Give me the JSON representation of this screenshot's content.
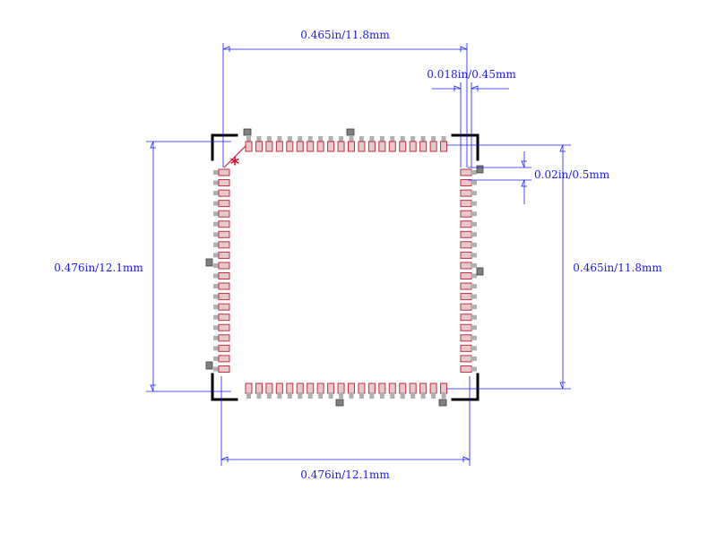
{
  "dimensions": {
    "top_width": "0.465in/11.8mm",
    "pad_width": "0.018in/0.45mm",
    "pitch": "0.02in/0.5mm",
    "left_height": "0.476in/12.1mm",
    "right_height": "0.465in/11.8mm",
    "bottom_width": "0.476in/12.1mm"
  },
  "package": {
    "pins_per_side": 20,
    "pin1_marker": "*"
  },
  "colors": {
    "dimension": "#1a1aff",
    "pad_fill": "#e8c8c8",
    "pad_stroke": "#c03040",
    "lead": "#b0b0b0",
    "silkscreen": "#000000",
    "marker": "#d01030",
    "fiducial": "#808080"
  }
}
